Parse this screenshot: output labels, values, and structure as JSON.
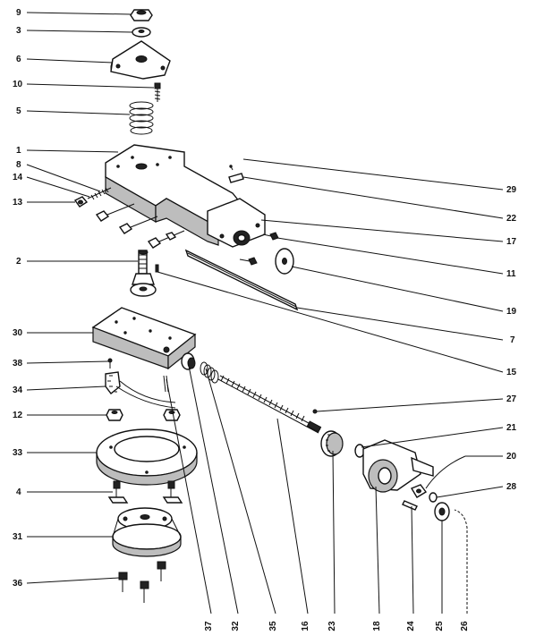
{
  "labels_left": [
    {
      "id": "9",
      "text": "9"
    },
    {
      "id": "3",
      "text": "3"
    },
    {
      "id": "6",
      "text": "6"
    },
    {
      "id": "10",
      "text": "10"
    },
    {
      "id": "5",
      "text": "5"
    },
    {
      "id": "1",
      "text": "1"
    },
    {
      "id": "8",
      "text": "8"
    },
    {
      "id": "14",
      "text": "14"
    },
    {
      "id": "13",
      "text": "13"
    },
    {
      "id": "2",
      "text": "2"
    },
    {
      "id": "30",
      "text": "30"
    },
    {
      "id": "38",
      "text": "38"
    },
    {
      "id": "34",
      "text": "34"
    },
    {
      "id": "12",
      "text": "12"
    },
    {
      "id": "33",
      "text": "33"
    },
    {
      "id": "4",
      "text": "4"
    },
    {
      "id": "31",
      "text": "31"
    },
    {
      "id": "36",
      "text": "36"
    }
  ],
  "labels_right": [
    {
      "id": "29",
      "text": "29"
    },
    {
      "id": "22",
      "text": "22"
    },
    {
      "id": "17",
      "text": "17"
    },
    {
      "id": "11",
      "text": "11"
    },
    {
      "id": "19",
      "text": "19"
    },
    {
      "id": "7",
      "text": "7"
    },
    {
      "id": "15",
      "text": "15"
    },
    {
      "id": "27",
      "text": "27"
    },
    {
      "id": "21",
      "text": "21"
    },
    {
      "id": "20",
      "text": "20"
    },
    {
      "id": "28",
      "text": "28"
    }
  ],
  "labels_bottom": [
    {
      "id": "37",
      "text": "37"
    },
    {
      "id": "32",
      "text": "32"
    },
    {
      "id": "35",
      "text": "35"
    },
    {
      "id": "16",
      "text": "16"
    },
    {
      "id": "23",
      "text": "23"
    },
    {
      "id": "18",
      "text": "18"
    },
    {
      "id": "24",
      "text": "24"
    },
    {
      "id": "25",
      "text": "25"
    },
    {
      "id": "26",
      "text": "26"
    }
  ]
}
